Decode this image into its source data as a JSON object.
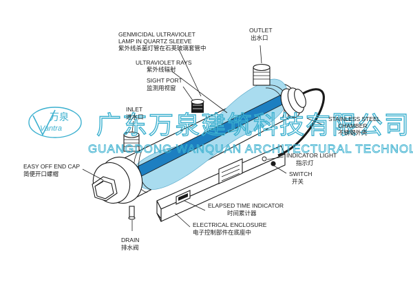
{
  "labels": {
    "germicidal": {
      "en1": "GENMICIDAL ULTRAVIOLET",
      "en2": "LAMP IN QUARTZ SLEEVE",
      "zh": "紫外线杀菌灯管在石英玻璃套管中"
    },
    "uv_rays": {
      "en": "ULTRAVIOLET RAYS",
      "zh": "紫外线辐射"
    },
    "sight_port": {
      "en": "SIGHT PORT",
      "zh": "监测用视窗"
    },
    "inlet": {
      "en": "INLET",
      "zh": "进水口"
    },
    "outlet": {
      "en": "OUTLET",
      "zh": "出水口"
    },
    "stainless": {
      "en1": "STAINLESS STEEL",
      "en2": "CHAMBER",
      "zh": "不锈钢外壳"
    },
    "indicator": {
      "en": "INDICATOR LIGHT",
      "zh": "指示灯"
    },
    "switch": {
      "en": "SWITCH",
      "zh": "开关"
    },
    "end_cap": {
      "en": "EASY OFF END CAP",
      "zh": "简便开口螺帽"
    },
    "elapsed": {
      "en": "ELAPSED TIME INDICATOR",
      "zh": "时间累计器"
    },
    "enclosure": {
      "en": "ELECTRICAL ENCLOSURE",
      "zh": "电子控制部件在底座中"
    },
    "drain": {
      "en": "DRAIN",
      "zh": "排水阀"
    }
  },
  "watermark": {
    "logo_zh": "万泉",
    "logo_en": "Vantra",
    "company_zh": "广东万泉建筑科技有限公司",
    "company_en": "GUANGDONG WANQUAN ARCHITECTURAL TECHNOLOGY LTD"
  },
  "colors": {
    "water": "#a9dcef",
    "lamp": "#1d7fc1",
    "watermark": "#3bb0cf",
    "line": "#1a1a1a"
  }
}
